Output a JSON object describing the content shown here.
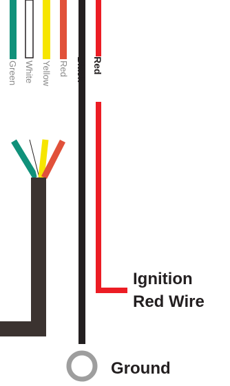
{
  "wire_labels": {
    "green": "Green",
    "white": "White",
    "yellow": "Yellow",
    "red_small": "Red",
    "black": "Black",
    "red": "Red"
  },
  "callouts": {
    "ignition_line1": "Ignition",
    "ignition_line2": "Red Wire",
    "ground": "Ground"
  },
  "colors": {
    "green": "#10917a",
    "white": "#ffffff",
    "yellow": "#f6e500",
    "orange_red": "#e1513a",
    "black": "#231f20",
    "red": "#ec1c24",
    "cable": "#3b3330",
    "ring": "#9e9e9e",
    "text_gray": "#8a8a8a"
  }
}
